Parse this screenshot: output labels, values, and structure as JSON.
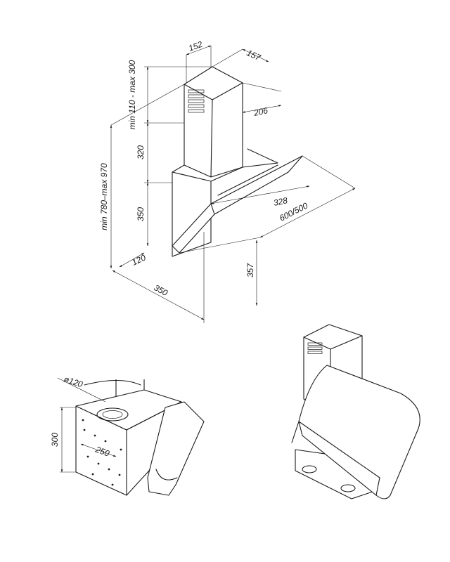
{
  "dimensions": {
    "chimney_top_front": "152",
    "chimney_top_side": "157",
    "chimney_depth": "206",
    "telescopic_range": "min 110 - max 300",
    "upper_chimney": "320",
    "total_height": "min 780–max 970",
    "lower_chimney": "350",
    "wall_offset": "120",
    "glass_depth": "328",
    "hood_width": "600/500",
    "bottom_depth": "350",
    "bracket_height": "357",
    "duct_diameter": "ø120",
    "bracket_vertical": "300",
    "bracket_width": "250"
  },
  "colors": {
    "line": "#1a1a1a",
    "background": "#ffffff"
  }
}
